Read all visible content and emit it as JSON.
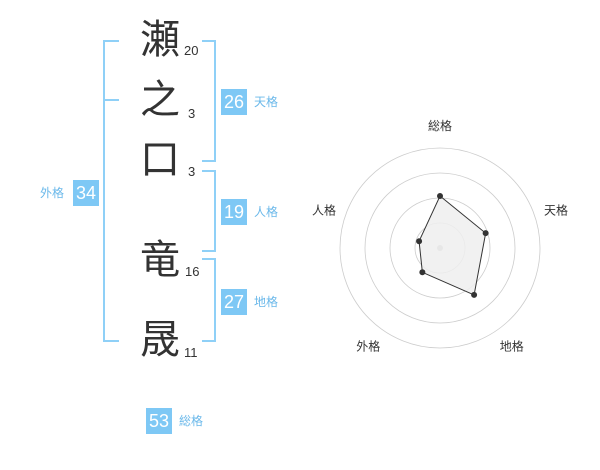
{
  "name": {
    "chars": [
      {
        "char": "瀬",
        "strokes": "20"
      },
      {
        "char": "之",
        "strokes": "3"
      },
      {
        "char": "口",
        "strokes": "3"
      },
      {
        "char": "竜",
        "strokes": "16"
      },
      {
        "char": "晟",
        "strokes": "11"
      }
    ]
  },
  "scores": {
    "tenkaku": {
      "value": "26",
      "label": "天格"
    },
    "jinkaku": {
      "value": "19",
      "label": "人格"
    },
    "chikaku": {
      "value": "27",
      "label": "地格"
    },
    "gaikaku": {
      "value": "34",
      "label": "外格"
    },
    "soukaku": {
      "value": "53",
      "label": "総格"
    }
  },
  "chart_data": {
    "type": "radar",
    "axes": [
      "総格",
      "天格",
      "地格",
      "外格",
      "人格"
    ],
    "levels": 4,
    "values": [
      2.6,
      2.4,
      2.9,
      1.5,
      1.1
    ],
    "max": 5,
    "grid": true,
    "colors": {
      "grid": "#cccccc",
      "fill": "#eeeeee",
      "line": "#333333",
      "point": "#333333"
    }
  }
}
